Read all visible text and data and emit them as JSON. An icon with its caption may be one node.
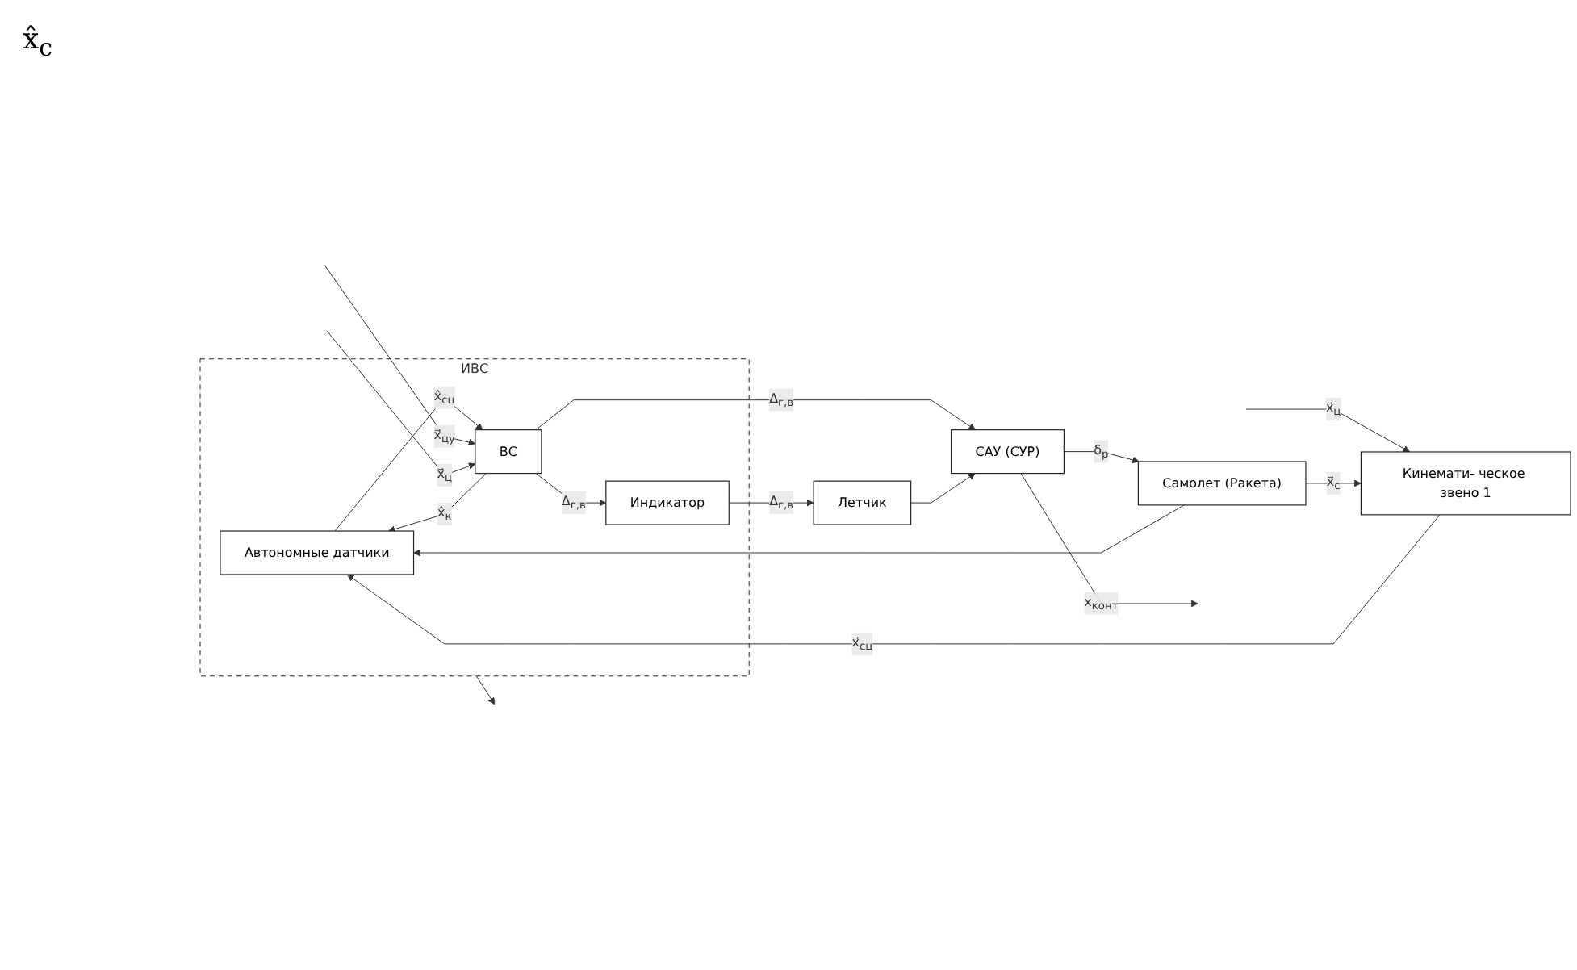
{
  "diagram": {
    "nodes": [
      {
        "text": [
          "ИВС"
        ]
      },
      {
        "text": [
          "Автономные датчики"
        ],
        "in": 0
      },
      {
        "text": [
          "ВС"
        ],
        "in": 0
      },
      {
        "text": [
          "Индикатор"
        ],
        "in": 0
      },
      {
        "text": [
          "Кинемати- ческое звено 1"
        ]
      },
      {
        "text": [
          "САУ (СУР)"
        ]
      },
      {
        "text": [
          "Самолет (Ракета)"
        ]
      },
      {
        "text": [
          "Летчик"
        ]
      }
    ],
    "edges": [
      {
        "from": 0,
        "to": null,
        "arrow": "to"
      },
      {
        "from": null,
        "to": 4,
        "arrow": "to",
        "label": "x⃗$_{ц}$"
      },
      {
        "from": 4,
        "to": 1,
        "arrow": "to",
        "label": "x⃗$_{сц}$"
      },
      {
        "from": 6,
        "to": 4,
        "arrow": "to",
        "label": "x⃗$_{с}$"
      },
      {
        "from": 6,
        "to": 1,
        "arrow": "to"
      },
      {
        "from": 1,
        "to": 2,
        "arrow": "to",
        "label": "x̂$_{сц}$"
      },
      {
        "from": 2,
        "to": 1,
        "arrow": "to",
        "label": "x̂$_{к}$"
      },
      {
        "from": null,
        "to": 2,
        "arrow": "to",
        "label": "x⃗$_{цу}$"
      },
      {
        "from": null,
        "to": 2,
        "arrow": "to",
        "label": "x⃗$_{ц}$"
      },
      {
        "from": 2,
        "to": 5,
        "arrow": "to",
        "label": "Δ$_{г,в}$"
      },
      {
        "from": 2,
        "to": 3,
        "arrow": "to",
        "label": "Δ$_{г,в}$"
      },
      {
        "from": 3,
        "to": 7,
        "arrow": "to",
        "label": "Δ$_{г,в}$"
      },
      {
        "from": 7,
        "to": 5,
        "arrow": "to"
      },
      {
        "from": 5,
        "to": 6,
        "arrow": "to",
        "label": "δ$_{р}$"
      },
      {
        "from": 5,
        "to": null,
        "arrow": "to",
        "label": "x$_{конт}$"
      }
    ],
    "labels": [
      "x̂$_{c}$"
    ]
  }
}
